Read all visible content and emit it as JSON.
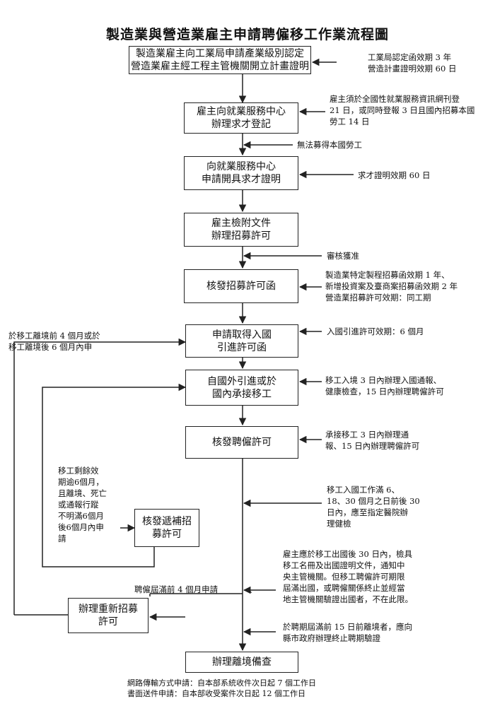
{
  "title": "製造業與營造業雇主申請聘僱移工作業流程圖",
  "boxes": {
    "b1": "製造業雇主向工業局申請產業級別認定\n營造業雇主經工程主管機關開立計畫證明",
    "b2": "雇主向就業服務中心\n辦理求才登記",
    "b3": "向就業服務中心\n申請開具求才證明",
    "b4": "雇主檢附文件\n辦理招募許可",
    "b5": "核發招募許可函",
    "b6": "申請取得入國\n引進許可函",
    "b7": "自國外引進或於\n國內承接移工",
    "b8": "核發聘僱許可",
    "b9": "核發遞補招\n募許可",
    "b10": "辦理重新招募\n許可",
    "b11": "辦理離境備查"
  },
  "notes": {
    "n1": "工業局認定函效期 3 年\n營造計畫證明效期 60 日",
    "n2": "雇主須於全國性就業服務資訊網刊登\n21 日，或同時登報 3 日且國內招募本國\n勞工 14 日",
    "n3": "無法募得本國勞工",
    "n4": "求才證明效期 60 日",
    "n5": "審核獲准",
    "n6": "製造業特定製程招募函效期 1 年、\n新增投資案及臺商案招募函效期 2 年\n營造業招募許可效期：同工期",
    "n7": "入國引進許可效期：6 個月",
    "n8": "於移工離境前 4 個月或於\n移工離境後 6 個月內申",
    "n9": "移工入境 3 日內辦理入國通報、\n健康檢查，15 日內辦理聘僱許可",
    "n10": "承接移工  3 日內辦理通\n報、15 日內辦理聘僱許可",
    "n11": "移工剩餘效\n期逾6個月，\n且離境、死亡\n或通報行蹤\n不明滿6個月\n後6個月內申\n請",
    "n12": "移工入國工作滿 6、\n18、30 個月之日前後 30\n日內，應至指定醫院辦\n理健檢",
    "n13": "雇主應於移工出國後 30 日內，檢具\n移工名冊及出國證明文件，通知中\n央主管機關。但移工聘僱許可期限\n屆滿出國，或聘僱關係終止並經當\n地主管機關驗證出國者，不在此限。",
    "n14": "聘僱屆滿前 4 個月申請",
    "n15": "、",
    "n16": "於聘期屆滿前 15 日前離境者，應向\n縣市政府辦理終止聘期驗證"
  },
  "footer": "網路傳輸方式申請：自本部系統收件次日起 7 個工作日\n書面送件申請：自本部收受案件次日起 12 個工作日"
}
